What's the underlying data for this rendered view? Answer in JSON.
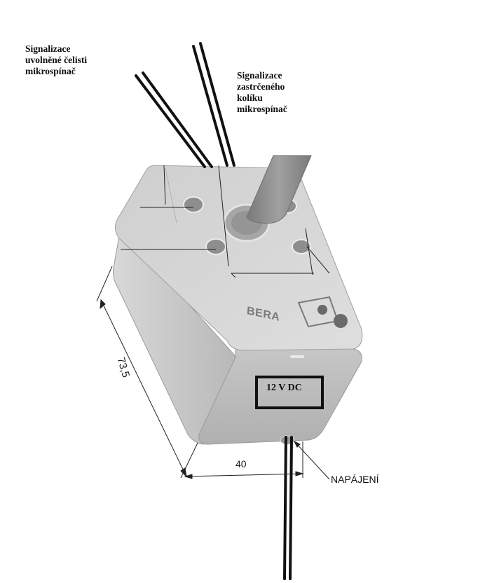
{
  "labels": {
    "left_callout": [
      "Signalizace",
      "uvolněné čelisti",
      "mikrospínač"
    ],
    "right_callout": [
      "Signalizace",
      "zastrčeného",
      "kolíku",
      "mikrospínač"
    ],
    "voltage": "12 V DC",
    "power": "NAPÁJENÍ",
    "brand": "BERA"
  },
  "dimensions": {
    "width": "40",
    "length": "73,5"
  },
  "colors": {
    "body_light": "#d4d4d4",
    "body_mid": "#bdbdbd",
    "body_dark": "#a8a8a8",
    "cable": "#111111",
    "pin": "#8c8c8c"
  }
}
